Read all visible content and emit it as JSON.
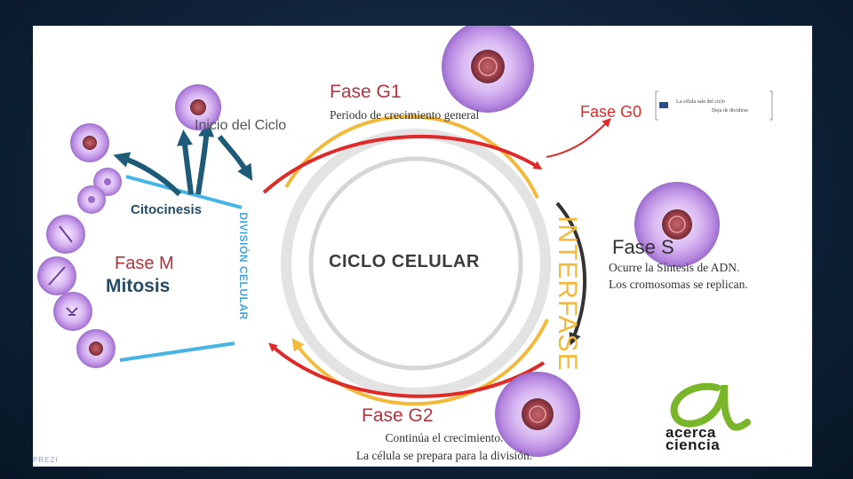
{
  "diagram": {
    "center_title": "CICLO CELULAR",
    "interfase_label": "INTERFASE",
    "division_label": "DIVISIÓN CELULAR",
    "inicio": "Inicio del Ciclo",
    "citocinesis": "Citocinesis",
    "fase_m": {
      "title": "Fase M",
      "subtitle": "Mitosis"
    },
    "fase_g1": {
      "title": "Fase G1",
      "desc": "Periodo de crecimiento general"
    },
    "fase_g0": {
      "title": "Fase G0",
      "note_lines": [
        "La célula sale del ciclo",
        "Deja de dividirse"
      ]
    },
    "fase_s": {
      "title": "Fase S",
      "desc_lines": [
        "Ocurre la Síntesis de ADN.",
        "Los cromosomas se replican."
      ]
    },
    "fase_g2": {
      "title": "Fase G2",
      "desc_lines": [
        "Continúa el crecimiento.",
        "La célula se prepara para la división."
      ]
    }
  },
  "logo": {
    "line1": "acerca",
    "line2": "ciencia"
  },
  "watermark": "PREZI",
  "colors": {
    "red_arrow": "#e02a2a",
    "yellow_ring": "#f2b93b",
    "blue_line": "#45b4e6",
    "dark_arrow": "#1e5b78",
    "cell_purple": "#b98ae0",
    "logo_green": "#7ab629"
  }
}
